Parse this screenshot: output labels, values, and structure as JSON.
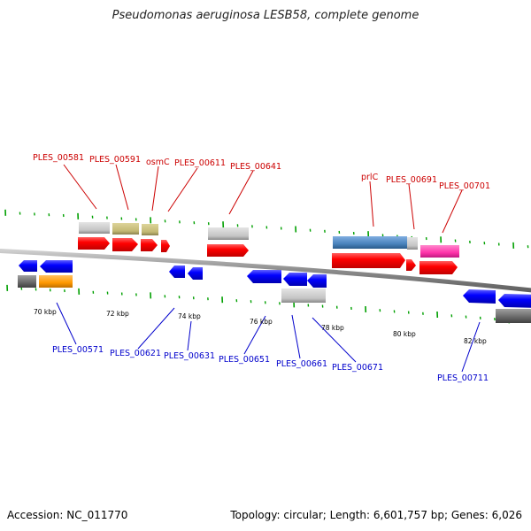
{
  "title": "Pseudomonas aeruginosa LESB58, complete genome",
  "footer": {
    "accession": "Accession: NC_011770",
    "summary": "Topology: circular; Length: 6,601,757 bp; Genes: 6,026"
  },
  "colors": {
    "backbone": "#808080",
    "cds": "#ff0000",
    "tick": "#00a000",
    "gene_blue": "#0000ff",
    "label_top": "#cc0000",
    "label_bottom": "#0000cc",
    "gray_feature": "#c0c0c0",
    "olive_feature": "#c2b873",
    "steelblue_feature": "#4a84bd",
    "magenta_feature": "#ff33aa",
    "orange_feature": "#ff9900",
    "dark_feature": "#707070"
  },
  "scale_labels": [
    "70 kbp",
    "72 kbp",
    "74 kbp",
    "76 kbp",
    "78 kbp",
    "80 kbp",
    "82 kbp"
  ],
  "top_labels": [
    "PLES_00581",
    "PLES_00591",
    "osmC",
    "PLES_00611",
    "PLES_00641",
    "prlC",
    "PLES_00691",
    "PLES_00701"
  ],
  "bottom_labels": [
    "PLES_00571",
    "PLES_00621",
    "PLES_00631",
    "PLES_00651",
    "PLES_00661",
    "PLES_00671",
    "PLES_00711"
  ]
}
